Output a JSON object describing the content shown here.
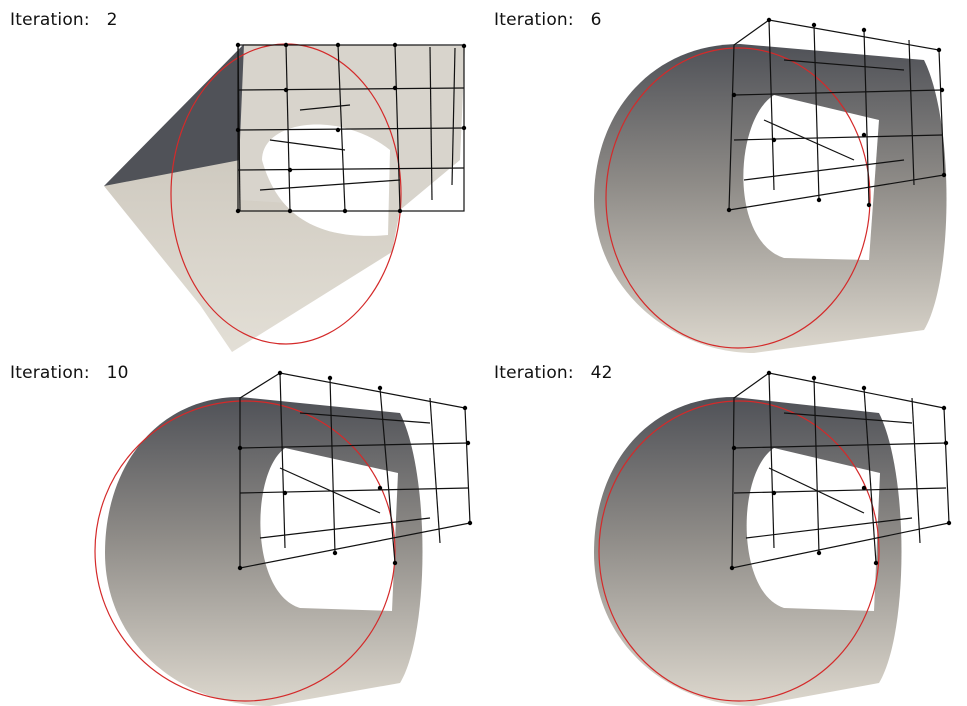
{
  "panels": [
    {
      "label": "Iteration:   2",
      "iteration": 2
    },
    {
      "label": "Iteration:   6",
      "iteration": 6
    },
    {
      "label": "Iteration:   10",
      "iteration": 10
    },
    {
      "label": "Iteration:   42",
      "iteration": 42
    }
  ],
  "colors": {
    "surface_light": "#ddd8ce",
    "surface_dark": "#4f5157",
    "target_curve": "#d42a2a",
    "mesh_edge": "#111111",
    "mesh_node": "#000000"
  }
}
